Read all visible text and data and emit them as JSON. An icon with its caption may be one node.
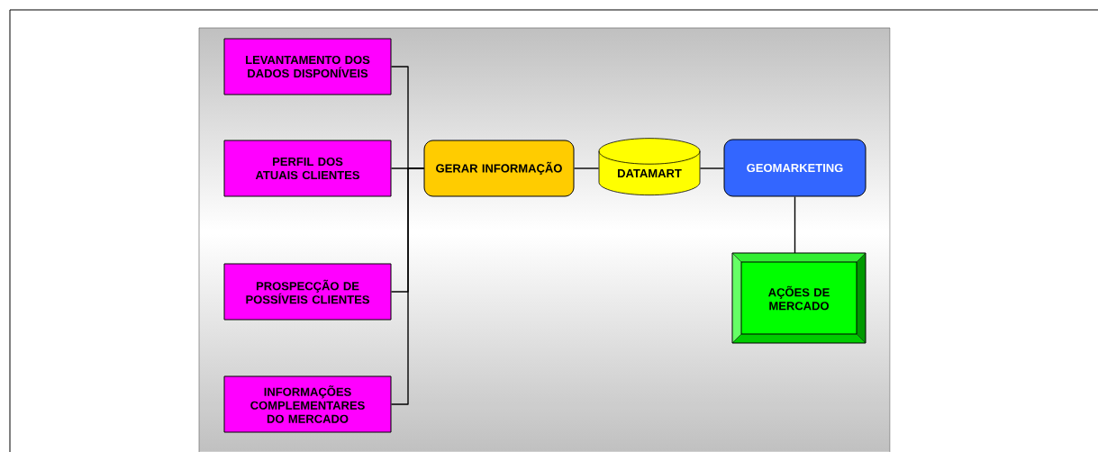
{
  "diagram": {
    "nodes": [
      {
        "text": [
          "LEVANTAMENTO DOS DADOS DISPONÍVEIS"
        ]
      },
      {
        "text": [
          "PERFIL DOS ATUAIS CLIENTES"
        ]
      },
      {
        "text": [
          "PROSPECÇÃO DE POSSÍVEIS CLIENTES"
        ]
      },
      {
        "text": [
          "INFORMAÇÕES COMPLEMENTARES DO MERCADO"
        ]
      },
      {
        "text": [
          "GERAR INFORMAÇÃO"
        ]
      },
      {
        "text": [
          "DATAMART"
        ]
      },
      {
        "text": [
          "GEOMARKETING"
        ]
      },
      {
        "text": [
          "AÇÕES DE MERCADO"
        ]
      }
    ],
    "edges": [
      {
        "from": 0,
        "to": 4,
        "arrow": "none"
      },
      {
        "from": 1,
        "to": 4,
        "arrow": "none"
      },
      {
        "from": 2,
        "to": 4,
        "arrow": "none"
      },
      {
        "from": 3,
        "to": 4,
        "arrow": "none"
      },
      {
        "from": 4,
        "to": 5,
        "arrow": "none"
      },
      {
        "from": 5,
        "to": 6,
        "arrow": "none"
      },
      {
        "from": 6,
        "to": 7,
        "arrow": "none"
      }
    ]
  }
}
